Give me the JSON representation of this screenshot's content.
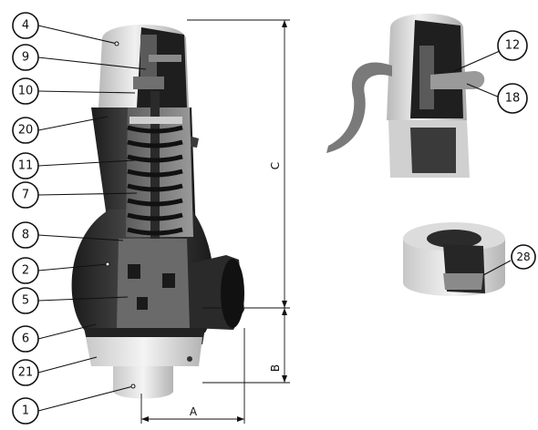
{
  "callouts_left": [
    "4",
    "9",
    "10",
    "20",
    "11",
    "7",
    "8",
    "2",
    "5",
    "6",
    "21",
    "1"
  ],
  "callouts_right": [
    "12",
    "18",
    "28"
  ],
  "dimensions": {
    "a": "A",
    "b": "B",
    "c": "C"
  },
  "colors": {
    "body": "#2b2b2b",
    "cap": "#d8d8d8",
    "interior": "#7a7a7a",
    "spring": "#1a1a1a"
  }
}
